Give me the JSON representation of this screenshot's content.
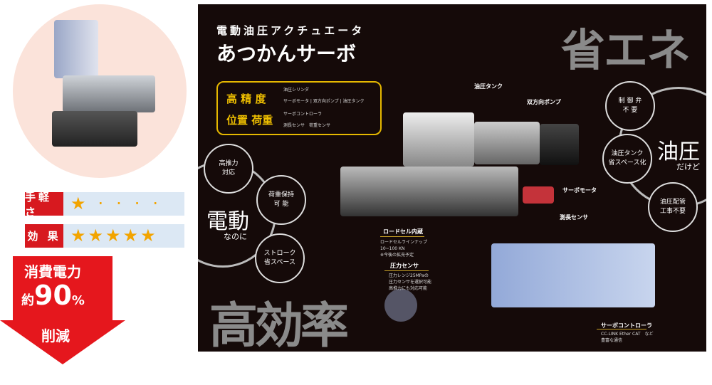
{
  "ratings": [
    {
      "label": "手軽さ",
      "stars": 1,
      "max": 5
    },
    {
      "label": "効 果",
      "stars": 5,
      "max": 5
    }
  ],
  "arrow": {
    "line1": "消費電力",
    "prefix": "約",
    "value": "90",
    "unit": "%",
    "line3": "削減"
  },
  "panel": {
    "subtitle": "電動油圧アクチュエータ",
    "title": "あつかんサーボ",
    "box": {
      "left": [
        "高 精 度",
        "位置 荷重"
      ],
      "right": [
        "油圧シリンダ",
        "サーボモータ | 双方向ポンプ | 油圧タンク",
        "サーボコントローラ",
        "測長センサ　荷重センサ"
      ]
    },
    "big_top": "省エネ",
    "big_bottom": "高効率",
    "left_center": {
      "main": "電動",
      "sub": "なのに"
    },
    "left_bubbles": [
      "高推力\n対応",
      "荷重保持\n可 能",
      "ストローク\n省スペース"
    ],
    "right_center": {
      "main": "油圧",
      "sub": "だけど"
    },
    "right_bubbles": [
      "制 御 弁\n不 要",
      "油圧タンク\n省スペース化",
      "油圧配管\n工事不要"
    ],
    "callouts": {
      "tank": "油圧タンク",
      "pump": "双方向ポンプ",
      "motor": "サーボモータ",
      "sensor": "測長センサ",
      "loadcell": {
        "title": "ロードセル内蔵",
        "lines": [
          "ロードセルラインナップ",
          "10~100 KN",
          "※今後の拡充予定"
        ]
      },
      "pressure": {
        "title": "圧力センサ",
        "lines": [
          "圧力レンジ25MPaの",
          "圧力センサを選択可能",
          "高推力にも対応可能"
        ]
      },
      "controller": {
        "title": "サーボコントローラ",
        "lines": [
          "CC-LINK Ether CAT　など",
          "豊富な通信"
        ]
      }
    }
  }
}
